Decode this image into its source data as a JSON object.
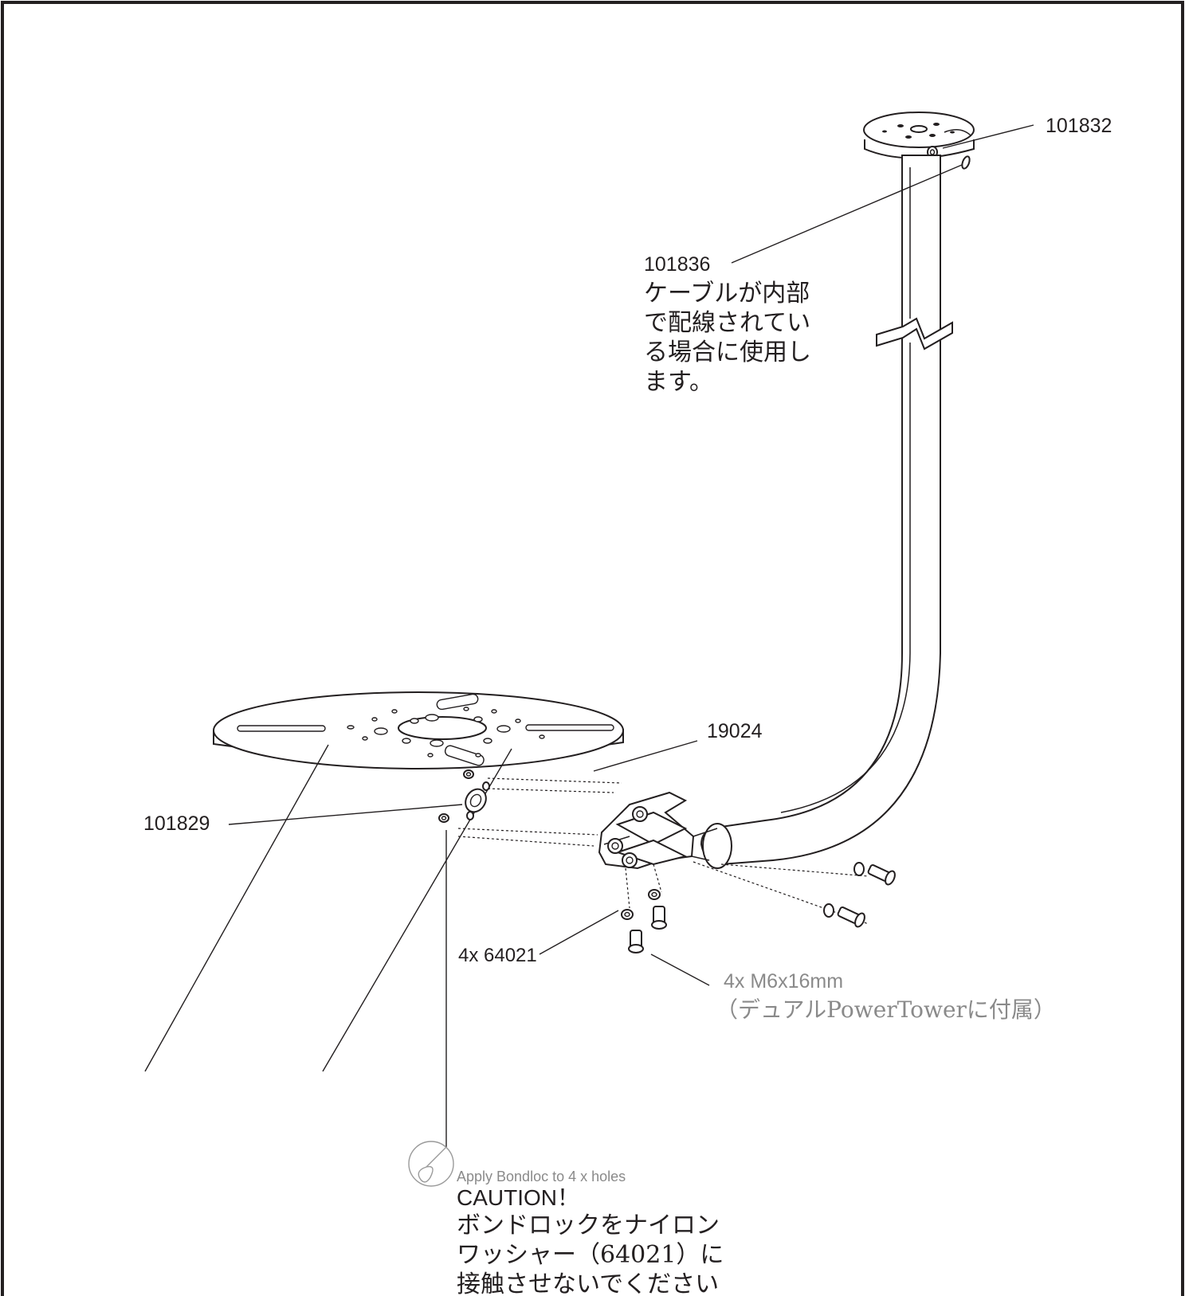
{
  "labels": {
    "part_101832": "101832",
    "part_101836": "101836",
    "note_101836": [
      "ケーブルが内部",
      "で配線されてい",
      "る場合に使用し",
      "ます。"
    ],
    "part_19024": "19024",
    "part_101829": "101829",
    "part_64021": "4x 64021",
    "screw_spec": "4x M6x16mm",
    "screw_note": "（デュアルPowerTowerに付属）",
    "bondloc_note": "Apply Bondloc to 4 x holes",
    "caution_title": "CAUTION！",
    "caution_text": [
      "ボンドロックをナイロン",
      "ワッシャー（64021）に",
      "接触させないでください"
    ]
  },
  "icons": {
    "bondloc": "bondloc-drop-icon"
  }
}
